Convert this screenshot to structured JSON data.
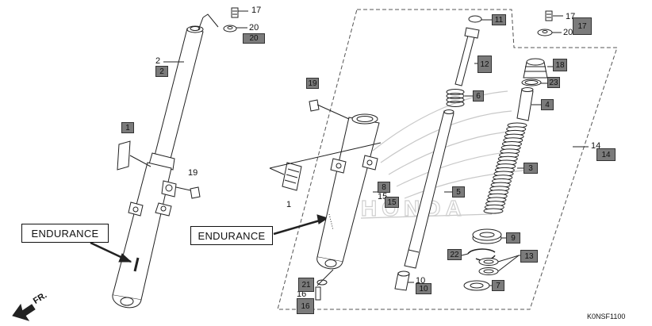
{
  "diagram": {
    "code": "K0NSF1100",
    "direction_label": "FR.",
    "endurance_label": "ENDURANCE",
    "plain_numbers": {
      "n17a": "17",
      "n20a": "20",
      "n2": "2",
      "n19a": "19",
      "n1": "1",
      "n17b": "17",
      "n20b": "20",
      "n14": "14",
      "n15": "15",
      "n10": "10",
      "n16": "16"
    },
    "boxes": {
      "b20a": "20",
      "b2": "2",
      "b1": "1",
      "b19": "19",
      "b11": "11",
      "b17": "17",
      "b12": "12",
      "b18": "18",
      "b23": "23",
      "b6": "6",
      "b4": "4",
      "b14": "14",
      "b3": "3",
      "b8": "8",
      "b15": "15",
      "b5": "5",
      "b9": "9",
      "b22": "22",
      "b13": "13",
      "b7": "7",
      "b21": "21",
      "b10": "10",
      "b16": "16"
    }
  }
}
